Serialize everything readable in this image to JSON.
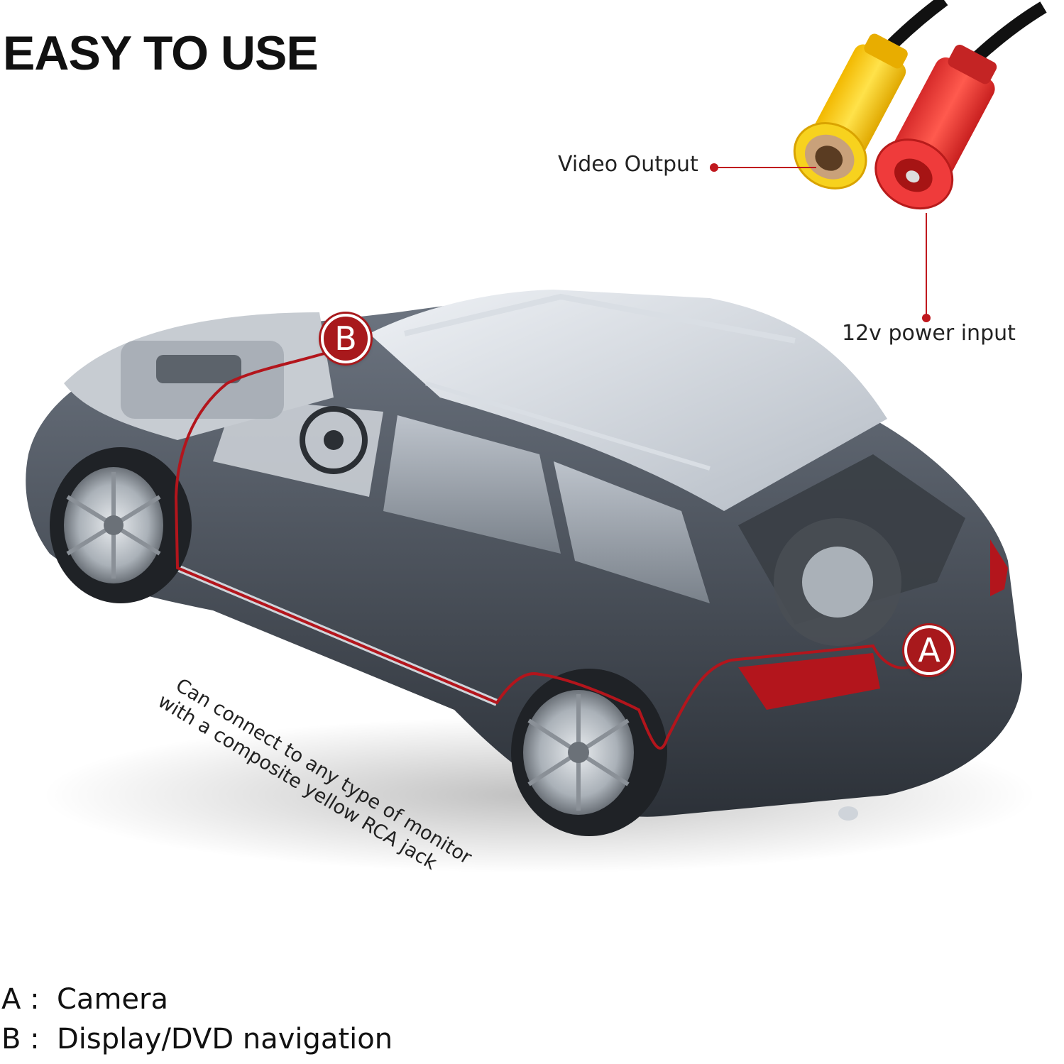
{
  "headline": "EASY TO USE",
  "connectors": {
    "video_output_label": "Video Output",
    "power_input_label": "12v power input",
    "video_plug_color": "#f5c400",
    "power_plug_color": "#e83a3a"
  },
  "cable_note": {
    "line1": "Can connect to any type of monitor",
    "line2": "with a composite yellow RCA jack"
  },
  "markers": {
    "a": "A",
    "b": "B",
    "color": "#a8191c"
  },
  "legend": [
    {
      "key": "A :",
      "text": "Camera"
    },
    {
      "key": "B :",
      "text": "Display/DVD navigation"
    }
  ]
}
